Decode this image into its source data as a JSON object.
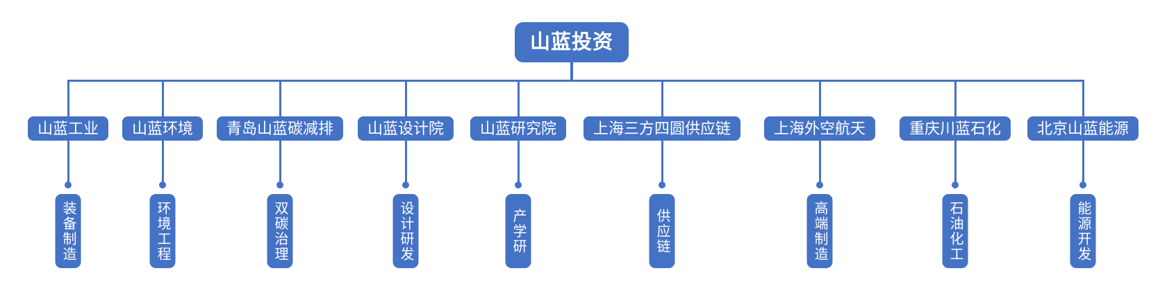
{
  "org_chart": {
    "root": {
      "label": "山蓝投资"
    },
    "branches": [
      {
        "company": "山蓝工业",
        "business": "装备制造"
      },
      {
        "company": "山蓝环境",
        "business": "环境工程"
      },
      {
        "company": "青岛山蓝碳减排",
        "business": "双碳治理"
      },
      {
        "company": "山蓝设计院",
        "business": "设计研发"
      },
      {
        "company": "山蓝研究院",
        "business": "产学研"
      },
      {
        "company": "上海三方四圆供应链",
        "business": "供应链"
      },
      {
        "company": "上海外空航天",
        "business": "高端制造"
      },
      {
        "company": "重庆川蓝石化",
        "business": "石油化工"
      },
      {
        "company": "北京山蓝能源",
        "business": "能源开发"
      }
    ],
    "colors": {
      "node_fill": "#4472C4",
      "connector": "#4472C4",
      "text": "#FFFFFF",
      "background": "#FFFFFF"
    }
  }
}
